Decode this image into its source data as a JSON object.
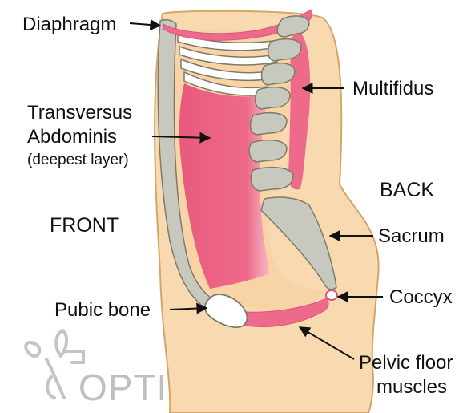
{
  "colors": {
    "skin": "#F9DAB0",
    "skin_outline": "#D3A56A",
    "muscle": "#EE6A8A",
    "muscle_light": "#F7AFC0",
    "bone": "#C8C9BE",
    "bone_outline": "#7D7A6A",
    "pubic_bone": "#FFFFFF",
    "text": "#111111",
    "logo": "#BFBFBF"
  },
  "labels": {
    "diaphragm": "Diaphragm",
    "multifidus": "Multifidus",
    "transversus_line1": "Transversus",
    "transversus_line2": "Abdominis",
    "transversus_note": "(deepest layer)",
    "back": "BACK",
    "front": "FRONT",
    "sacrum": "Sacrum",
    "coccyx": "Coccyx",
    "pubic_bone": "Pubic bone",
    "pelvic_floor_line1": "Pelvic floor",
    "pelvic_floor_line2": "muscles"
  },
  "logo": {
    "text": "OPTIMA"
  }
}
